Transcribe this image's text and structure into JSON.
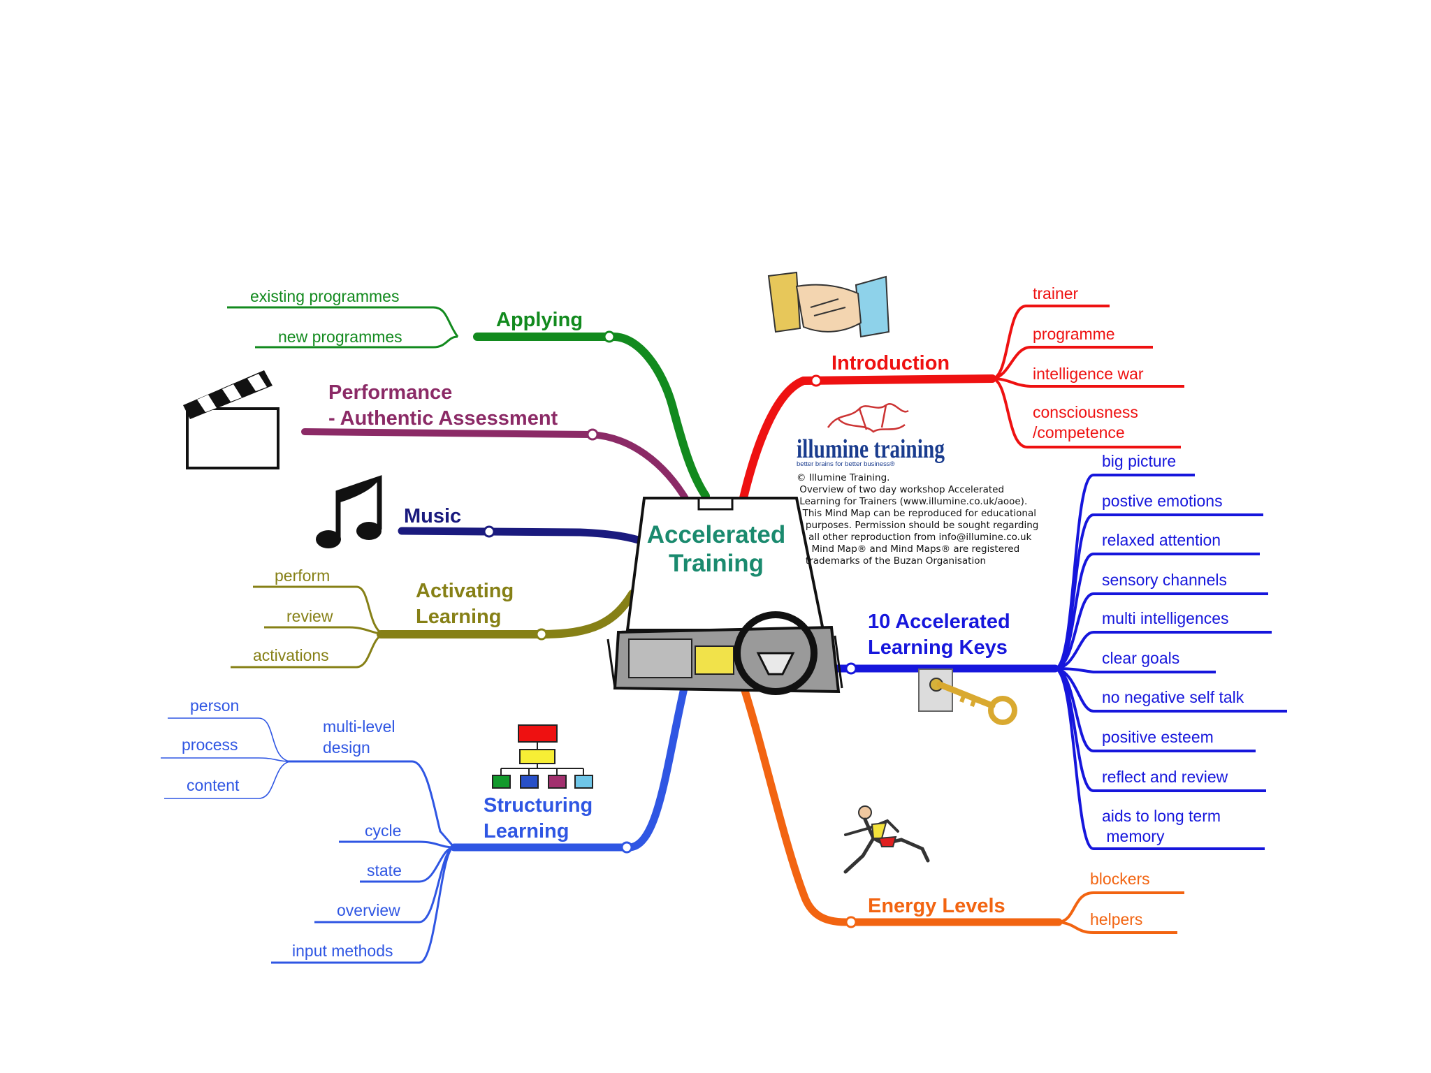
{
  "central": {
    "line1": "Accelerated",
    "line2": "Training",
    "color": "#1a8a6e"
  },
  "colors": {
    "applying": "#128a1e",
    "performance": "#8b2a66",
    "music": "#1a1a7e",
    "activating": "#868016",
    "structuring": "#2f56e3",
    "introduction": "#ee1111",
    "keys": "#1616dc",
    "energy": "#f26411"
  },
  "branches": {
    "applying": {
      "title": "Applying",
      "leaves": [
        "existing programmes",
        "new programmes"
      ]
    },
    "performance": {
      "line1": "Performance",
      "line2": "- Authentic Assessment"
    },
    "music": {
      "title": "Music"
    },
    "activating": {
      "line1": "Activating",
      "line2": "Learning",
      "leaves": [
        "perform",
        "review",
        "activations"
      ]
    },
    "structuring": {
      "line1": "Structuring",
      "line2": "Learning",
      "sub": {
        "line1": "multi-level",
        "line2": "design",
        "leaves": [
          "person",
          "process",
          "content"
        ]
      },
      "leaves": [
        "cycle",
        "state",
        "overview",
        "input methods"
      ]
    },
    "introduction": {
      "title": "Introduction",
      "leaves": [
        "trainer",
        "programme",
        "intelligence war"
      ],
      "last1": "consciousness",
      "last2": "/competence"
    },
    "keys": {
      "line1": "10 Accelerated",
      "line2": "Learning Keys",
      "leaves": [
        "big picture",
        "postive emotions",
        "relaxed attention",
        "sensory channels",
        "multi intelligences",
        "clear goals",
        "no negative self talk",
        "positive esteem",
        "reflect and review"
      ],
      "last1": "aids to long term",
      "last2": " memory"
    },
    "energy": {
      "title": "Energy Levels",
      "leaves": [
        "blockers",
        "helpers"
      ]
    }
  },
  "logo": {
    "name": "illumine training",
    "tagline": "better brains for better business®"
  },
  "copyright": [
    "© Illumine Training.",
    " Overview of two day workshop Accelerated",
    " Learning for Trainers (www.illumine.co.uk/aooe).",
    "  This Mind Map can be reproduced for educational",
    "   purposes. Permission should be sought regarding",
    "    all other reproduction from info@illumine.co.uk",
    "     Mind Map® and Mind Maps® are registered",
    "   trademarks of the Buzan Organisation"
  ]
}
